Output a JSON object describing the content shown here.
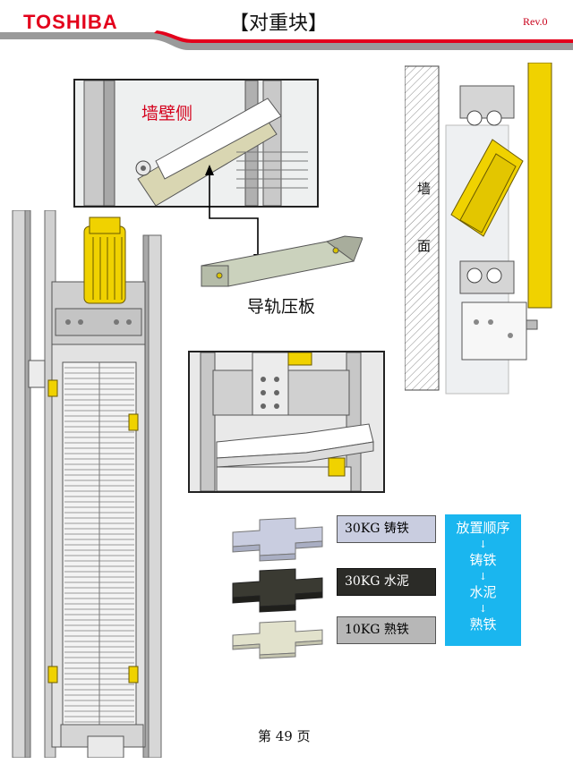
{
  "header": {
    "logo": "TOSHIBA",
    "title": "【对重块】",
    "revision": "Rev.0",
    "colors": {
      "brand_red": "#e3001b",
      "stripe_gray": "#9a9a9a"
    }
  },
  "figures": {
    "inset_top": {
      "wall_side_label": "墙壁侧"
    },
    "rail_clip": {
      "label": "导轨压板"
    },
    "plan_view": {
      "wall_label_1": "墙",
      "wall_label_2": "面"
    }
  },
  "weights": [
    {
      "label": "30KG 铸铁",
      "color": "#c9cde0"
    },
    {
      "label": "30KG 水泥",
      "color": "#2b2b27"
    },
    {
      "label": "10KG 熟铁",
      "color": "#b7b7b7"
    }
  ],
  "order": {
    "title": "放置顺序",
    "steps": [
      "铸铁",
      "水泥",
      "熟铁"
    ],
    "arrow": "↓",
    "color": "#1ab6ef"
  },
  "footer": {
    "page": "第 49 页"
  }
}
